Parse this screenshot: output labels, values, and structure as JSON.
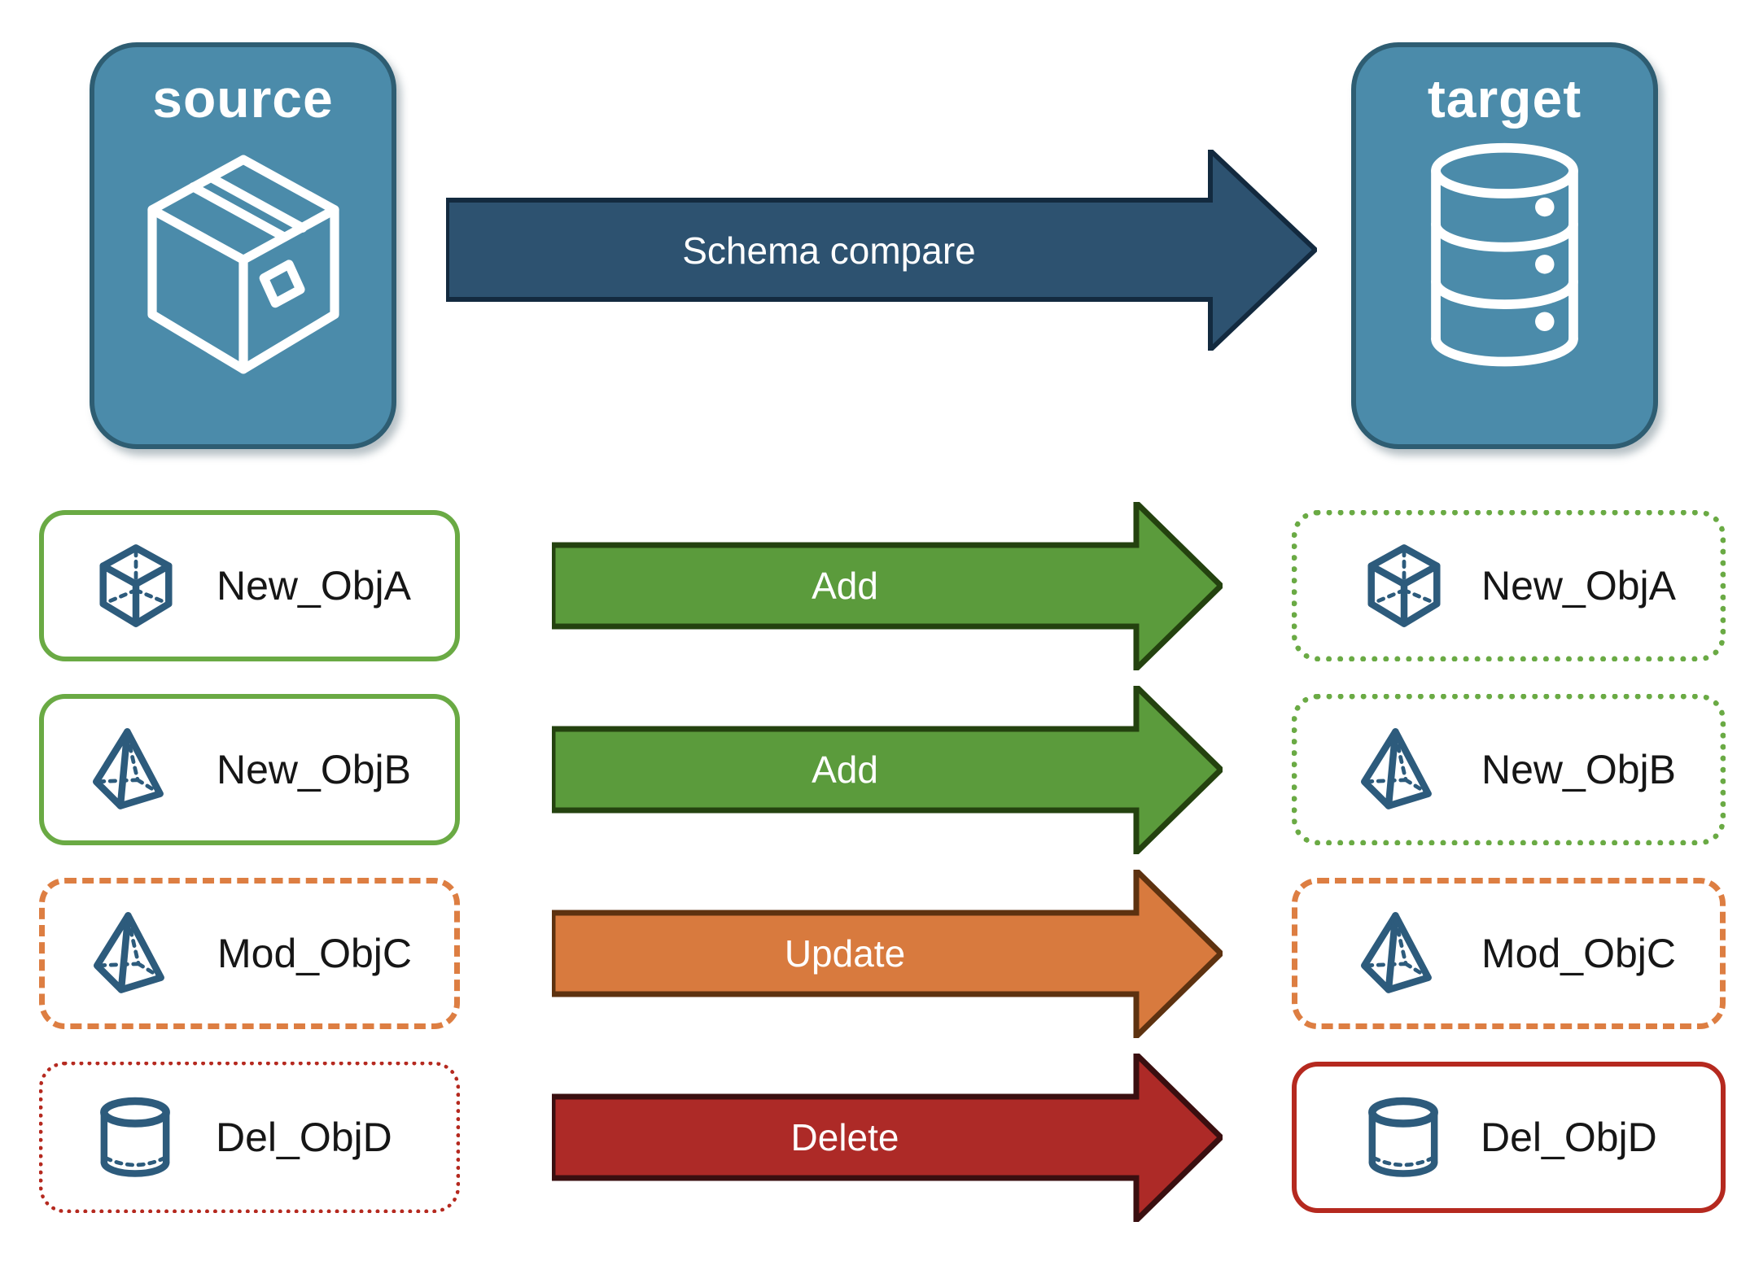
{
  "icon_color": "#2d5b7c",
  "node_icon_color": "#ffffff",
  "nodes": {
    "source": {
      "label": "source",
      "fill": "#4b8baa",
      "border": "6px solid #2e5d72",
      "icon": "package-icon"
    },
    "target": {
      "label": "target",
      "fill": "#4b8baa",
      "border": "6px solid #2e5d72",
      "icon": "database-icon"
    }
  },
  "main_arrow": {
    "label": "Schema compare",
    "fill": "#2d5270",
    "stroke": "#132a3f"
  },
  "rows": [
    {
      "left": {
        "label": "New_ObjA",
        "icon": "cube-icon",
        "border": "6px solid #6aaa44"
      },
      "arrow": {
        "label": "Add",
        "fill": "#5b9b3c",
        "stroke": "#24420f"
      },
      "right": {
        "label": "New_ObjA",
        "icon": "cube-icon",
        "border": "7px dotted #6aaa44"
      }
    },
    {
      "left": {
        "label": "New_ObjB",
        "icon": "pyramid-icon",
        "border": "6px solid #6aaa44"
      },
      "arrow": {
        "label": "Add",
        "fill": "#5b9b3c",
        "stroke": "#24420f"
      },
      "right": {
        "label": "New_ObjB",
        "icon": "pyramid-icon",
        "border": "7px dotted #6aaa44"
      }
    },
    {
      "left": {
        "label": "Mod_ObjC",
        "icon": "pyramid-icon",
        "border": "7px dashed #dd7e42"
      },
      "arrow": {
        "label": "Update",
        "fill": "#d87a3e",
        "stroke": "#5d3210"
      },
      "right": {
        "label": "Mod_ObjC",
        "icon": "pyramid-icon",
        "border": "7px dashed #dd7e42"
      }
    },
    {
      "left": {
        "label": "Del_ObjD",
        "icon": "cylinder-icon",
        "border": "5px dotted #b5291f"
      },
      "arrow": {
        "label": "Delete",
        "fill": "#ad2a27",
        "stroke": "#3a0f10"
      },
      "right": {
        "label": "Del_ObjD",
        "icon": "cylinder-icon",
        "border": "6px solid #b5291f"
      }
    }
  ]
}
